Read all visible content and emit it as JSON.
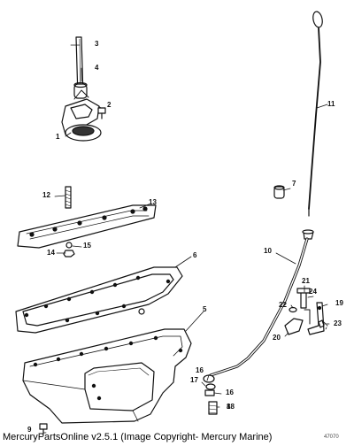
{
  "callouts": {
    "c1": "1",
    "c2": "2",
    "c3": "3",
    "c4": "4",
    "c5": "5",
    "c6": "6",
    "c7": "7",
    "c8": "8",
    "c9": "9",
    "c10": "10",
    "c11": "11",
    "c12": "12",
    "c13": "13",
    "c14": "14",
    "c15": "15",
    "c16a": "16",
    "c16b": "16",
    "c17": "17",
    "c18": "18",
    "c19": "19",
    "c20": "20",
    "c21": "21",
    "c22": "22",
    "c23": "23",
    "c24": "24"
  },
  "footer": {
    "text": "MercuryPartsOnline v2.5.1 (Image Copyright- Mercury Marine)"
  },
  "figure_number": "47070"
}
